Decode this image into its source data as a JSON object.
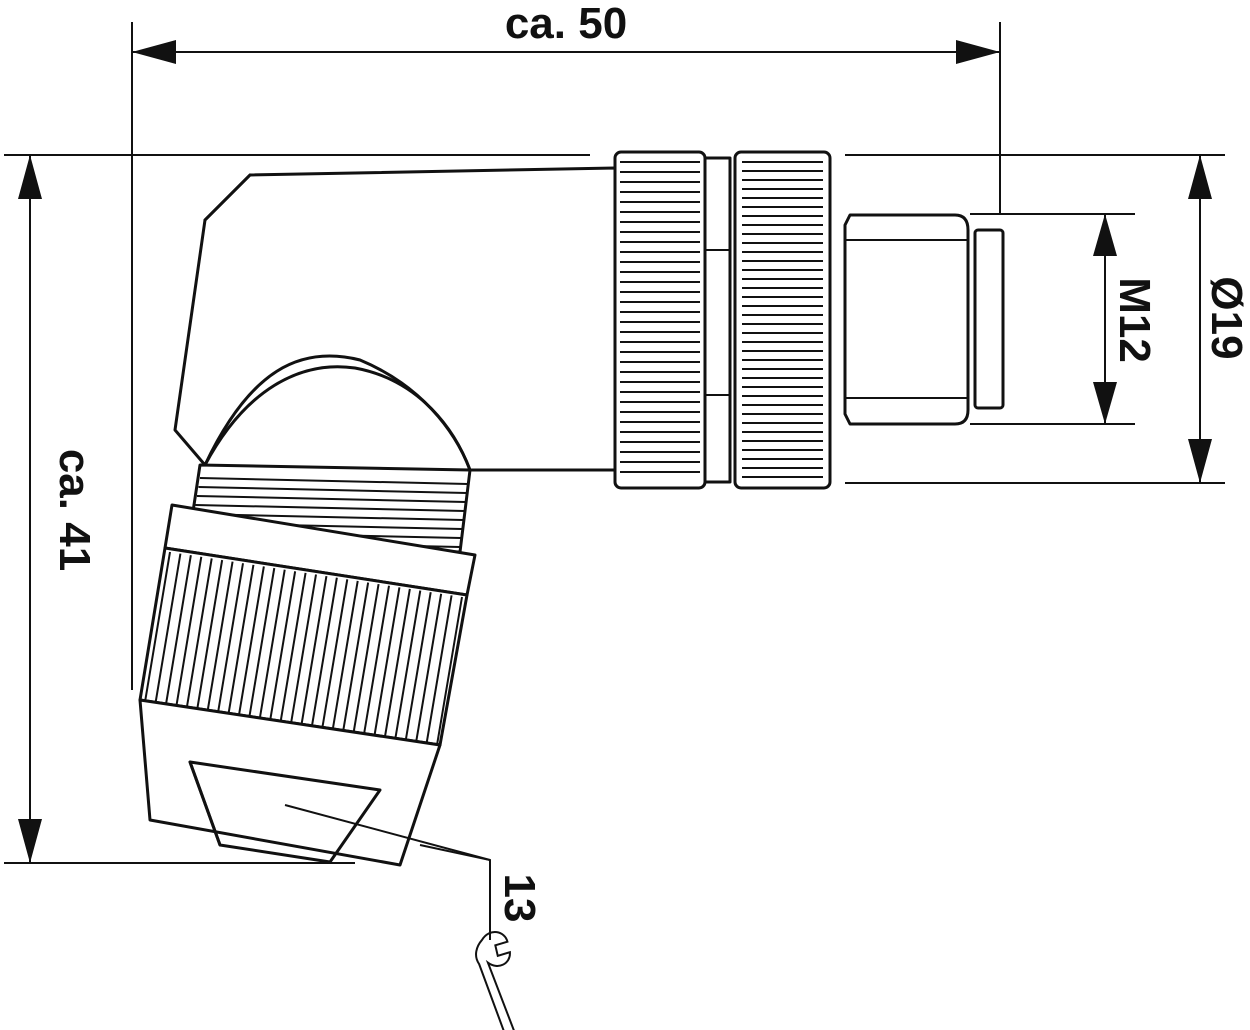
{
  "drawing": {
    "dimensions": {
      "overall_length": "ca. 50",
      "overall_height": "ca. 41",
      "thread": "M12",
      "diameter": "Ø19",
      "wrench_size": "13"
    },
    "icons": {
      "wrench": "wrench-icon"
    },
    "colors": {
      "line": "#111111",
      "background": "#ffffff"
    }
  }
}
